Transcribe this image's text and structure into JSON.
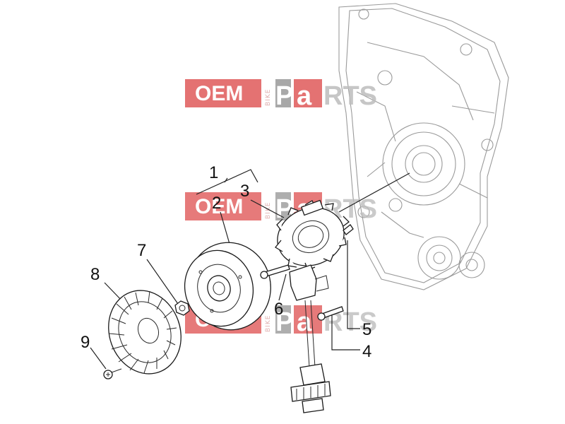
{
  "callouts": {
    "c1": "1",
    "c2": "2",
    "c3": "3",
    "c4": "4",
    "c5": "5",
    "c6": "6",
    "c7": "7",
    "c8": "8",
    "c9": "9"
  },
  "watermark": {
    "oem": "OEM",
    "bike": "BIKE",
    "p": "P",
    "a": "a",
    "rts": "RTS",
    "color_red": "#e05a5a",
    "color_grey": "#9a9a9a"
  }
}
